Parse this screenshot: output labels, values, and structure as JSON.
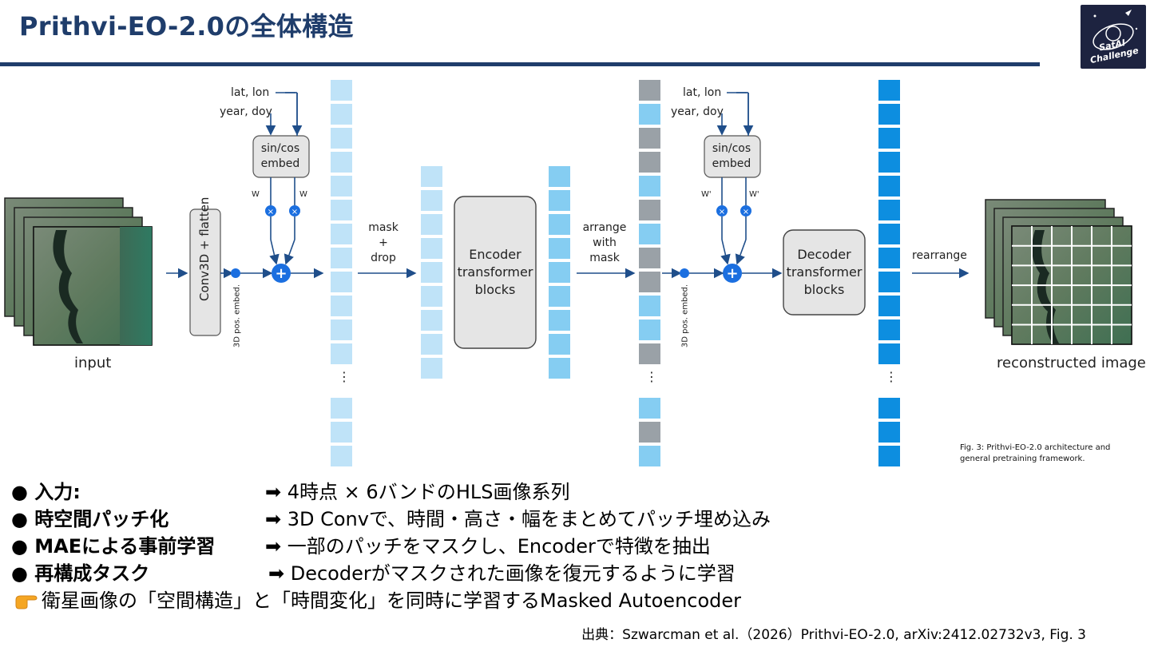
{
  "slide": {
    "title": "Prithvi-EO-2.0の全体構造",
    "logo_text": "SatAI Challenge"
  },
  "diagram": {
    "input_label": "input",
    "conv_label": "Conv3D + flatten",
    "pos_embed_label": "3D pos. embed.",
    "meta_line1": "lat, lon",
    "meta_line2": "year, doy",
    "embed_box": "sin/cos\nembed",
    "w_t": "W",
    "w_l": "W",
    "w_t2": "W'",
    "w_l2": "W'",
    "mask_drop": "mask\n+\ndrop",
    "encoder": "Encoder\ntransformer\nblocks",
    "arrange": "arrange\nwith\nmask",
    "decoder": "Decoder\ntransformer\nblocks",
    "rearrange": "rearrange",
    "output_label": "reconstructed image",
    "ellipsis": "⋮",
    "fig_caption": "Fig. 3: Prithvi-EO-2.0 architecture and general pretraining framework.",
    "colors": {
      "token_light": "#bfe3f8",
      "token_mid": "#85cdf2",
      "token_dark": "#0d8ee0",
      "token_gray": "#9aa1a7",
      "node_blue": "#1b6fe0",
      "arrow": "#1f4e8a",
      "box_fill": "#e5e5e5"
    }
  },
  "bullets": [
    {
      "term": "● 入力:",
      "desc": "➡ 4時点 × 6バンドのHLS画像系列"
    },
    {
      "term": "● 時空間パッチ化",
      "desc": "➡ 3D Convで、時間・高さ・幅をまとめてパッチ埋め込み"
    },
    {
      "term": "● MAEによる事前学習",
      "desc": "➡ 一部のパッチをマスクし、Encoderで特徴を抽出"
    },
    {
      "term": "● 再構成タスク",
      "desc": "➡ Decoderがマスクされた画像を復元するように学習"
    }
  ],
  "point": "衛星画像の「空間構造」と「時間変化」を同時に学習するMasked Autoencoder",
  "source": "出典：Szwarcman et al.（2026）Prithvi-EO-2.0, arXiv:2412.02732v3, Fig. 3"
}
